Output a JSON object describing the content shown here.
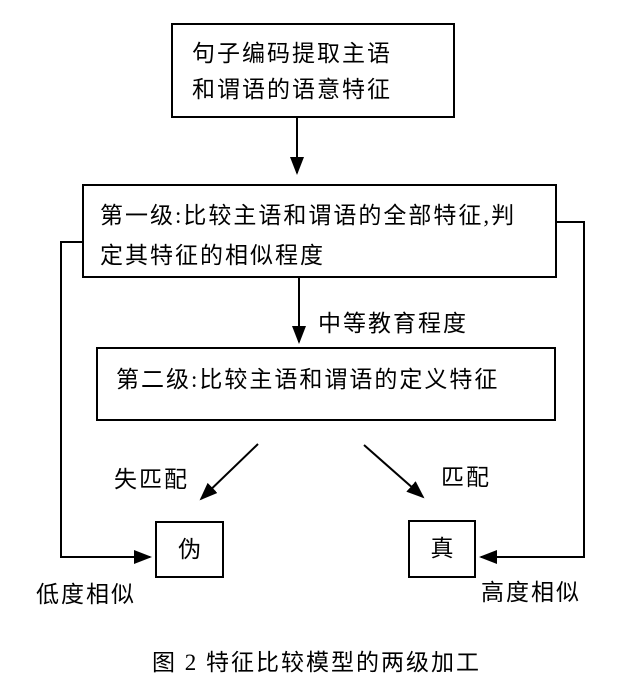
{
  "figure": {
    "caption": "图 2 特征比较模型的两级加工"
  },
  "boxes": {
    "encode": {
      "lines": [
        "句子编码提取主语",
        "和谓语的语意特征"
      ]
    },
    "level1": {
      "lines": [
        "第一级:比较主语和谓语的全部特征,判",
        "定其特征的相似程度"
      ]
    },
    "level2": {
      "lines": [
        "第二级:比较主语和谓语的定义特征"
      ]
    },
    "false": {
      "label": "伪"
    },
    "true": {
      "label": "真"
    }
  },
  "edge_labels": {
    "medium_similarity": "中等教育程度",
    "mismatch": "失匹配",
    "match": "匹配",
    "low_similarity": "低度相似",
    "high_similarity": "高度相似"
  },
  "colors": {
    "line": "#000000",
    "text": "#000000",
    "background": "#ffffff"
  }
}
